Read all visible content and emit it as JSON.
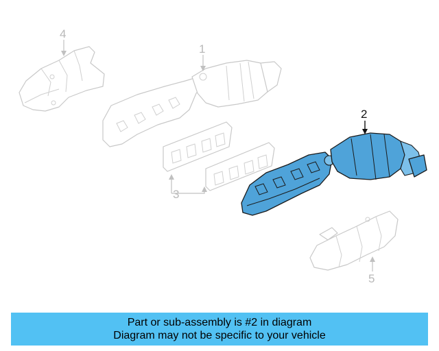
{
  "callouts": {
    "part_1": "1",
    "part_2": "2",
    "part_3": "3",
    "part_4": "4",
    "part_5": "5"
  },
  "banner": {
    "line1": "Part or sub-assembly is #2 in diagram",
    "line2": "Diagram may not be specific to your vehicle"
  },
  "colors": {
    "highlight": "#4fa3d9",
    "banner": "#52c1f3",
    "ghost_outline": "#c8c8c8"
  }
}
